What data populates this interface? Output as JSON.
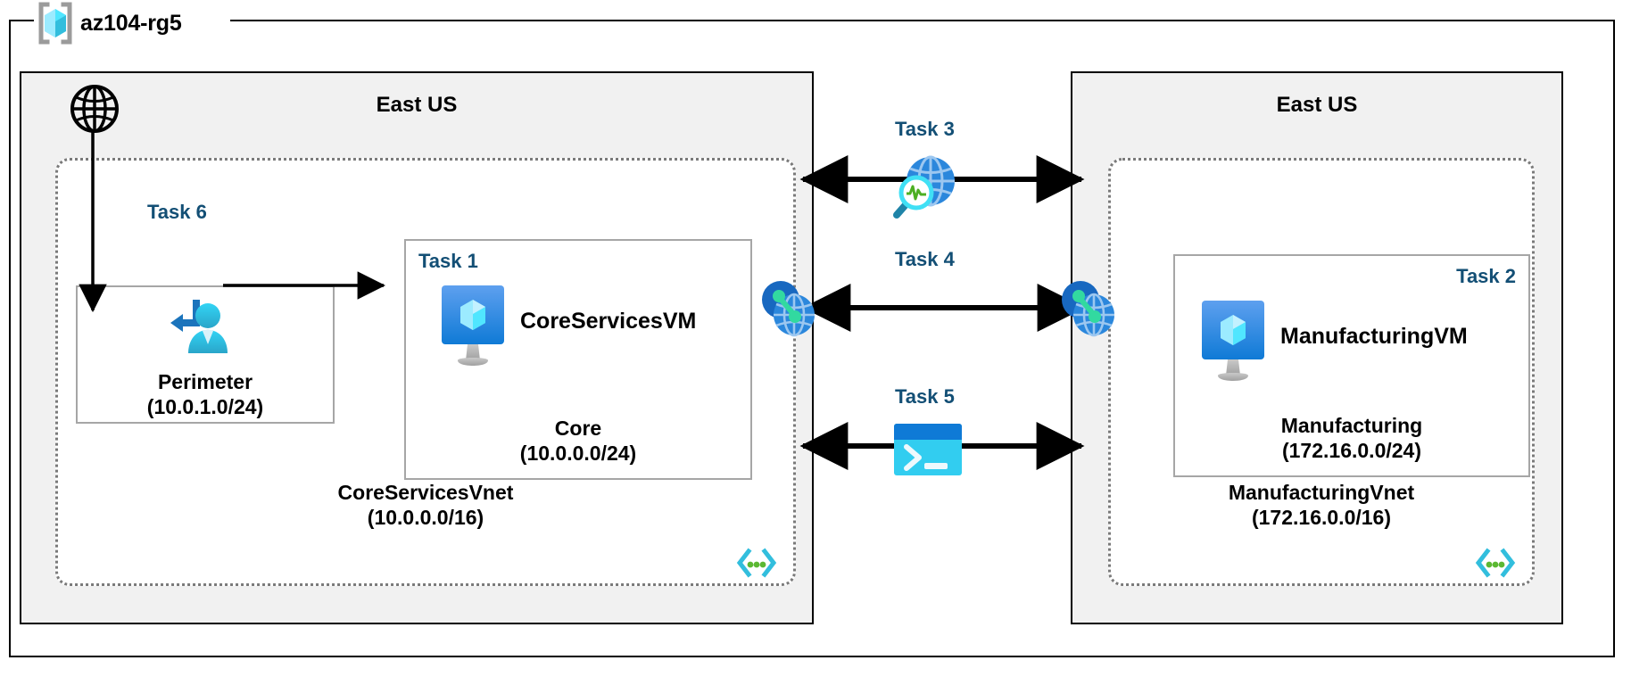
{
  "resource_group": {
    "name": "az104-rg5",
    "icon": "azure-resource-group-icon"
  },
  "regions": [
    {
      "id": "left",
      "title": "East US"
    },
    {
      "id": "right",
      "title": "East US"
    }
  ],
  "vnets": [
    {
      "id": "coreservicesvnet",
      "name": "CoreServicesVnet",
      "cidr": "(10.0.0.0/16)",
      "region": "East US",
      "icon": "code-brackets-icon"
    },
    {
      "id": "manufacturingvnet",
      "name": "ManufacturingVnet",
      "cidr": "(172.16.0.0/16)",
      "region": "East US",
      "icon": "code-brackets-icon"
    }
  ],
  "subnets": [
    {
      "id": "perimeter",
      "task": "Task 6",
      "name": "Perimeter",
      "cidr": "(10.0.1.0/24)",
      "icon": "bastion-user-icon"
    },
    {
      "id": "core",
      "task": "Task 1",
      "name": "Core",
      "cidr": "(10.0.0.0/24)",
      "vm": "CoreServicesVM",
      "icon": "virtual-machine-icon"
    },
    {
      "id": "manufacturing",
      "task": "Task 2",
      "name": "Manufacturing",
      "cidr": "(172.16.0.0/24)",
      "vm": "ManufacturingVM",
      "icon": "virtual-machine-icon"
    }
  ],
  "connections": [
    {
      "id": "task3",
      "label": "Task 3",
      "icon": "network-watcher-icon",
      "arrow": "double"
    },
    {
      "id": "task4",
      "label": "Task 4",
      "icon": "vnet-peering-icon",
      "arrow": "double"
    },
    {
      "id": "task5",
      "label": "Task 5",
      "icon": "cloud-shell-icon",
      "arrow": "double"
    }
  ],
  "internet": {
    "icon": "globe-icon",
    "label": ""
  },
  "peering_endpoints": [
    {
      "id": "peering-left",
      "icon": "vnet-peering-icon"
    },
    {
      "id": "peering-right",
      "icon": "vnet-peering-icon"
    }
  ],
  "colors": {
    "task_text": "#134f75",
    "region_fill": "#f1f1f1",
    "vnet_border": "#7a7a7a",
    "subnet_border": "#a6a6a6",
    "azure_blue": "#0078d4",
    "azure_cyan": "#50e6ff",
    "peering_green": "#32d9a0",
    "watcher_green": "#4caf22",
    "frame_black": "#000000"
  }
}
